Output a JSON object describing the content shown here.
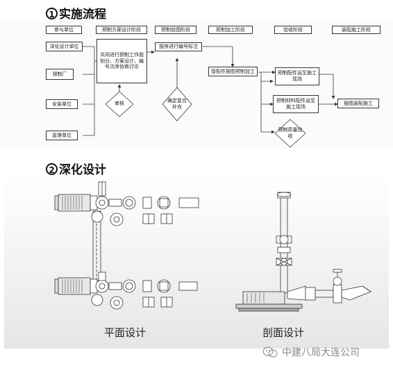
{
  "section1": {
    "num": "1",
    "title": "实施流程"
  },
  "section2": {
    "num": "2",
    "title": "深化设计"
  },
  "flow": {
    "stages": [
      "参与单位",
      "预制方案设计阶段",
      "预制前图阶段",
      "预制加工阶段",
      "验收阶段",
      "装配施工阶段"
    ],
    "parties": [
      "深化设计单位",
      "预制厂",
      "安装单位",
      "监理单位"
    ],
    "steps": {
      "discuss": "共同进行预制工作面划分、方案设计、编号次序协商讨论",
      "numbering": "按序进行编号标注",
      "process": "管配件按图预制加工",
      "ship_pipe": "预制配件运至施工现场",
      "ship_material": "预制材料配件运至施工现场",
      "assemble": "按图装配施工"
    },
    "diamonds": {
      "review": "审核",
      "confirm": "确定复合补充",
      "accept": "预制质量验收"
    }
  },
  "design": {
    "plan_caption": "平面设计",
    "section_caption": "剖面设计"
  },
  "watermark": {
    "text": "中建八局大连公司"
  }
}
